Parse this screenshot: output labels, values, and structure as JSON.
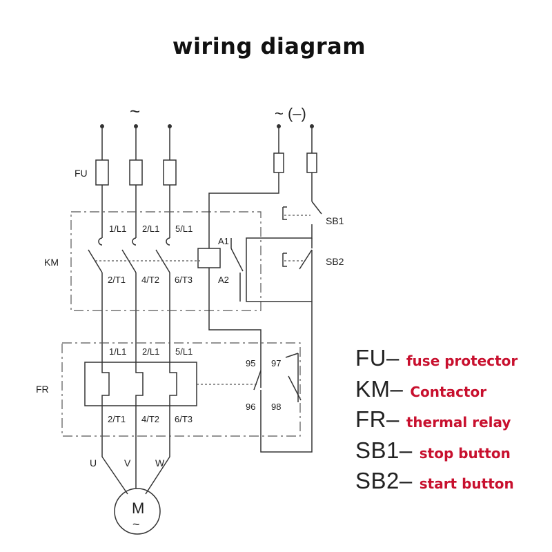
{
  "title": "wiring diagram",
  "supply": {
    "ac3": "~",
    "control": "~ (–)"
  },
  "groups": {
    "fu": "FU",
    "km": "KM",
    "fr": "FR",
    "sb1": "SB1",
    "sb2": "SB2"
  },
  "km_terminals": {
    "top": [
      "1/L1",
      "2/L1",
      "5/L1"
    ],
    "bottom": [
      "2/T1",
      "4/T2",
      "6/T3"
    ],
    "coil_a1": "A1",
    "coil_a2": "A2"
  },
  "fr_terminals": {
    "top": [
      "1/L1",
      "2/L1",
      "5/L1"
    ],
    "bottom": [
      "2/T1",
      "4/T2",
      "6/T3"
    ],
    "contact_95": "95",
    "contact_96": "96",
    "contact_97": "97",
    "contact_98": "98"
  },
  "motor": {
    "phases": [
      "U",
      "V",
      "W"
    ],
    "symbol": "M",
    "ac": "~"
  },
  "legend": [
    {
      "code": "FU–",
      "desc": "fuse protector"
    },
    {
      "code": "KM–",
      "desc": "Contactor"
    },
    {
      "code": "FR–",
      "desc": "thermal relay"
    },
    {
      "code": "SB1–",
      "desc": "stop button"
    },
    {
      "code": "SB2–",
      "desc": "start button"
    }
  ],
  "colors": {
    "legend_desc": "#c8102e",
    "line": "#333333"
  }
}
